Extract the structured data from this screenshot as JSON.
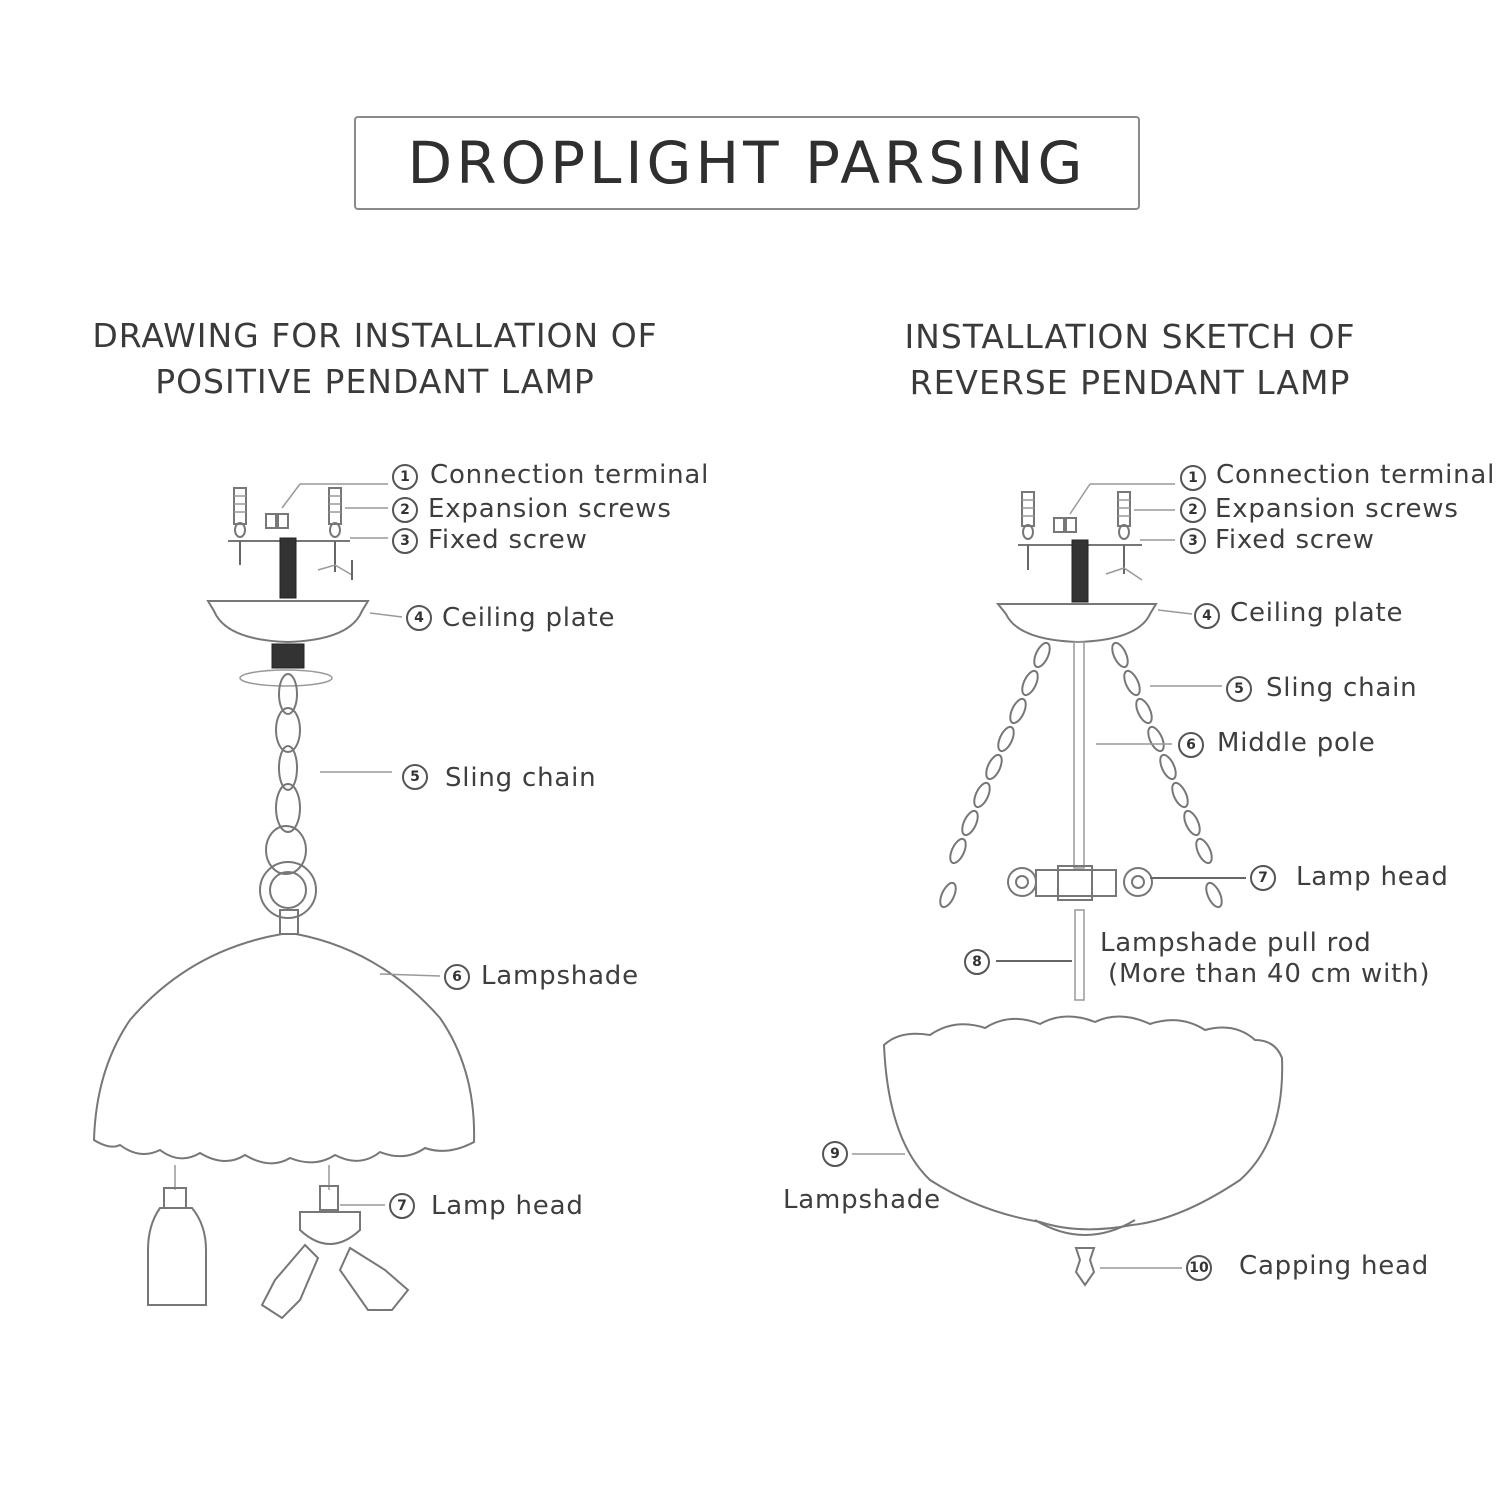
{
  "title": "DROPLIGHT PARSING",
  "left": {
    "heading_line1": "DRAWING FOR INSTALLATION OF",
    "heading_line2": "POSITIVE PENDANT LAMP",
    "parts": [
      {
        "num": "1",
        "label": "Connection terminal"
      },
      {
        "num": "2",
        "label": "Expansion screws"
      },
      {
        "num": "3",
        "label": "Fixed screw"
      },
      {
        "num": "4",
        "label": "Ceiling plate"
      },
      {
        "num": "5",
        "label": "Sling chain"
      },
      {
        "num": "6",
        "label": "Lampshade"
      },
      {
        "num": "7",
        "label": "Lamp head"
      }
    ]
  },
  "right": {
    "heading_line1": "INSTALLATION SKETCH OF",
    "heading_line2": "REVERSE PENDANT LAMP",
    "parts": [
      {
        "num": "1",
        "label": "Connection terminal"
      },
      {
        "num": "2",
        "label": "Expansion screws"
      },
      {
        "num": "3",
        "label": "Fixed screw"
      },
      {
        "num": "4",
        "label": "Ceiling plate"
      },
      {
        "num": "5",
        "label": "Sling chain"
      },
      {
        "num": "6",
        "label": "Middle pole"
      },
      {
        "num": "7",
        "label": "Lamp head"
      },
      {
        "num": "8",
        "label": "Lampshade pull rod",
        "note": "(More than 40 cm with)"
      },
      {
        "num": "9",
        "label": "Lampshade"
      },
      {
        "num": "10",
        "label": "Capping head"
      }
    ]
  }
}
